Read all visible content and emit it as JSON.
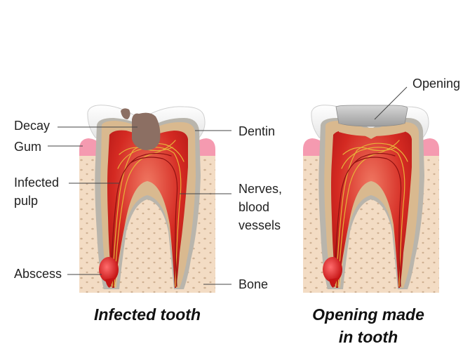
{
  "labels": {
    "decay": "Decay",
    "gum": "Gum",
    "infected_pulp": "Infected\npulp",
    "abscess": "Abscess",
    "dentin": "Dentin",
    "nerves": "Nerves,\nblood\nvessels",
    "bone": "Bone",
    "opening": "Opening"
  },
  "captions": {
    "left": "Infected tooth",
    "right": "Opening made\nin tooth"
  },
  "colors": {
    "bone": "#f3dcc4",
    "bone_pore": "#c9a98a",
    "gum": "#f59ab0",
    "enamel": "#f2f2f2",
    "dentin": "#d9b98f",
    "cementum": "#b9b5ac",
    "pulp": "#cc1f1f",
    "pulp_light": "#e96a5a",
    "nerve": "#e7b23a",
    "decay": "#8c6f63",
    "filling": "#a8a8a8",
    "leader": "#444444"
  }
}
